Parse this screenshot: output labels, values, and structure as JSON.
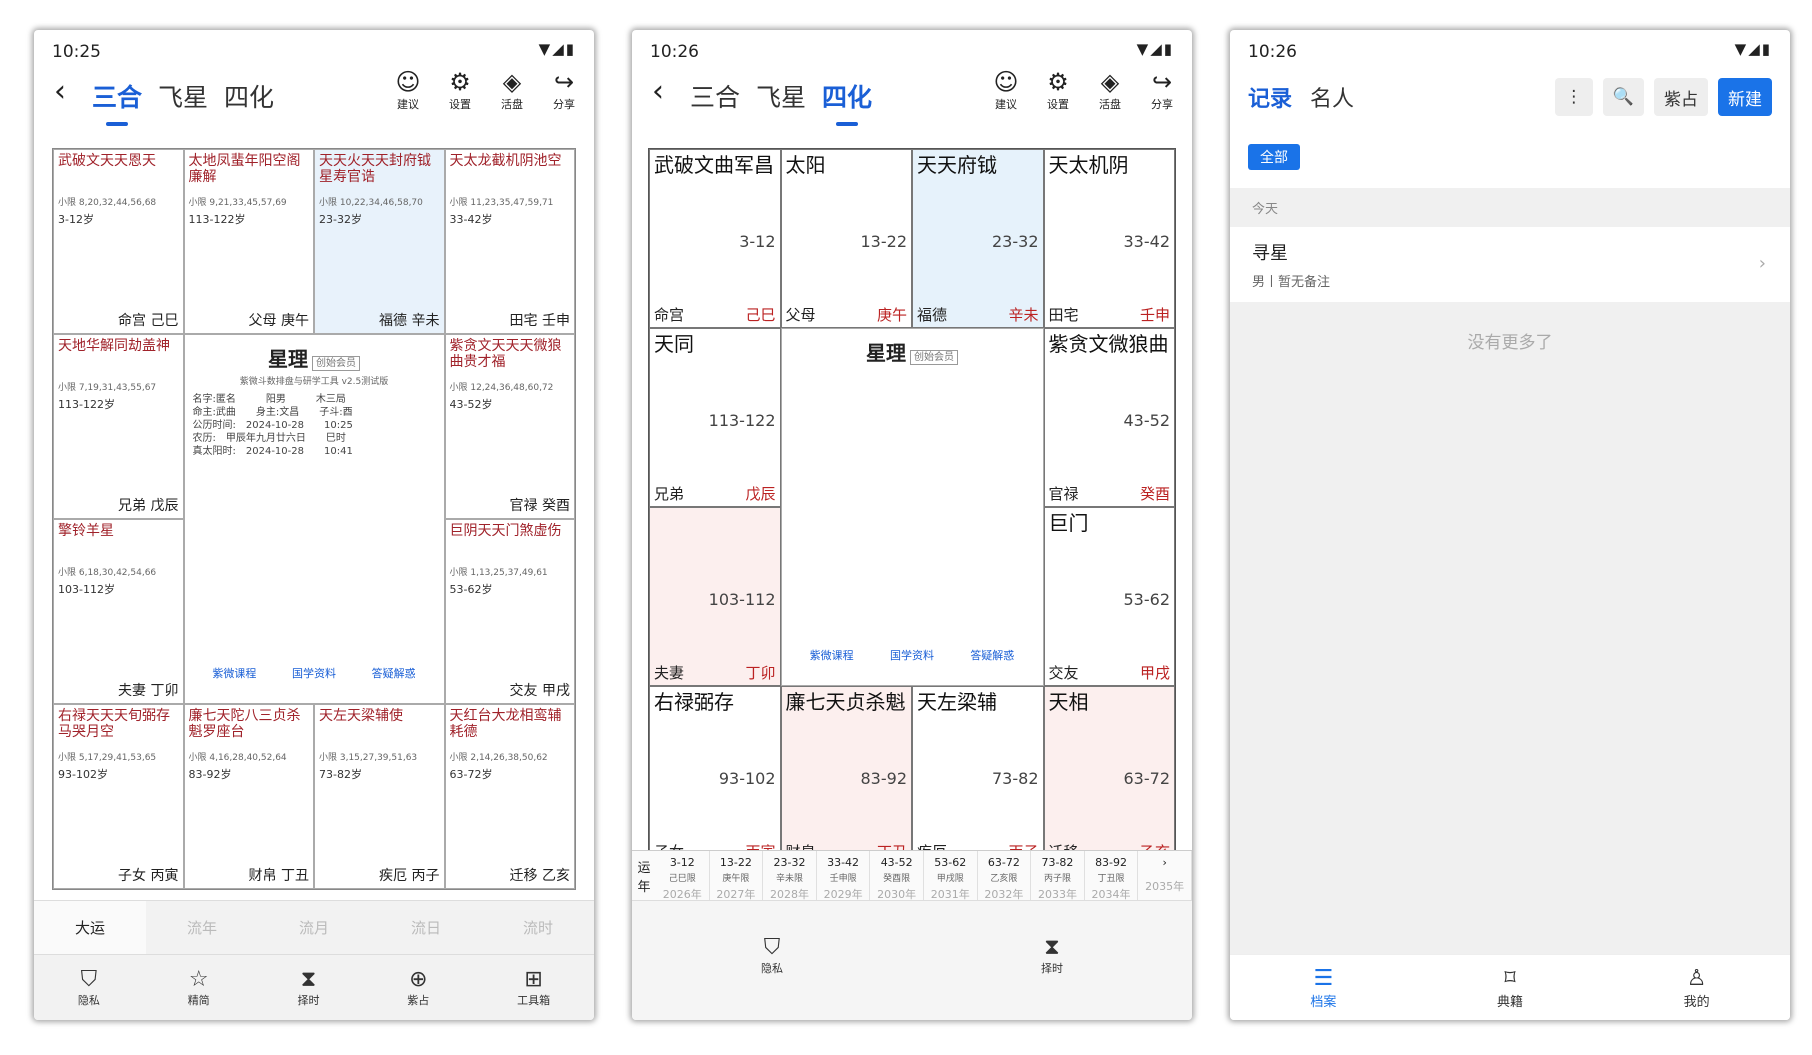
{
  "p1": {
    "time": "10:25",
    "tabs": [
      "三合",
      "飞星",
      "四化"
    ],
    "active": 0,
    "actions": [
      "建议",
      "设置",
      "活盘",
      "分享"
    ],
    "center": {
      "title": "星理",
      "badge": "创始会员",
      "sub": "紫微斗数排盘与研学工具 v2.5测试版",
      "info": [
        "名字:匿名　　　阳男　　　木三局",
        "命主:武曲　　身主:文昌　　子斗:酉",
        "公历时间:　2024-10-28　　10:25",
        "农历:　甲辰年九月廿六日　　巳时",
        "真太阳时:　2024-10-28　　10:41"
      ],
      "btns": [
        "紫微课程",
        "国学资料",
        "答疑解惑"
      ]
    },
    "cells": [
      {
        "s": "武破文天天恩天",
        "a": "小限 8,20,32,44,56,68",
        "age": "3-12岁",
        "b": "命宫 己巳"
      },
      {
        "s": "太地凤蜚年阳空阁廉解",
        "a": "小限 9,21,33,45,57,69",
        "age": "113-122岁",
        "b": "父母 庚午"
      },
      {
        "s": "天天火天天封府钺星寿官诰",
        "a": "小限 10,22,34,46,58,70",
        "age": "23-32岁",
        "b": "福德 辛未",
        "hl": true
      },
      {
        "s": "天太龙截机阴池空",
        "a": "小限 11,23,35,47,59,71",
        "age": "33-42岁",
        "b": "田宅 壬申"
      },
      {
        "s": "天地华解同劫盖神",
        "a": "小限 7,19,31,43,55,67",
        "age": "113-122岁",
        "b": "兄弟 戊辰"
      },
      {
        "s": "紫贪文天天天微狼曲贵才福",
        "a": "小限 12,24,36,48,60,72",
        "age": "43-52岁",
        "b": "官禄 癸酉"
      },
      {
        "s": "擎铃羊星",
        "a": "小限 6,18,30,42,54,66",
        "age": "103-112岁",
        "b": "夫妻 丁卯"
      },
      {
        "s": "巨阴天天门煞虚伤",
        "a": "小限 1,13,25,37,49,61",
        "age": "53-62岁",
        "b": "交友 甲戌"
      },
      {
        "s": "右禄天天天旬弼存马哭月空",
        "a": "小限 5,17,29,41,53,65",
        "age": "93-102岁",
        "b": "子女 丙寅"
      },
      {
        "s": "廉七天陀八三贞杀魁罗座台",
        "a": "小限 4,16,28,40,52,64",
        "age": "83-92岁",
        "b": "财帛 丁丑"
      },
      {
        "s": "天左天梁辅使",
        "a": "小限 3,15,27,39,51,63",
        "age": "73-82岁",
        "b": "疾厄 丙子"
      },
      {
        "s": "天红台大龙相鸾辅耗德",
        "a": "小限 2,14,26,38,50,62",
        "age": "63-72岁",
        "b": "迁移 乙亥"
      }
    ],
    "dash": [
      "大运",
      "流年",
      "流月",
      "流日",
      "流时"
    ],
    "bottom": [
      "隐私",
      "精简",
      "择时",
      "紫占",
      "工具箱"
    ]
  },
  "p2": {
    "time": "10:26",
    "tabs": [
      "三合",
      "飞星",
      "四化"
    ],
    "active": 2,
    "actions": [
      "建议",
      "设置",
      "活盘",
      "分享"
    ],
    "cells": [
      {
        "s": "武破文曲军昌",
        "r": "3-12",
        "b": "命宫",
        "g": "己巳"
      },
      {
        "s": "太阳",
        "r": "13-22",
        "b": "父母",
        "g": "庚午"
      },
      {
        "s": "天天府钺",
        "r": "23-32",
        "b": "福德",
        "g": "辛未",
        "hl": true
      },
      {
        "s": "天太机阴",
        "r": "33-42",
        "b": "田宅",
        "g": "壬申"
      },
      {
        "s": "天同",
        "r": "113-122",
        "b": "兄弟",
        "g": "戊辰"
      },
      {
        "s": "紫贪文微狼曲",
        "r": "43-52",
        "b": "官禄",
        "g": "癸酉"
      },
      {
        "s": "",
        "r": "103-112",
        "b": "夫妻",
        "g": "丁卯",
        "pk": true
      },
      {
        "s": "巨门",
        "r": "53-62",
        "b": "交友",
        "g": "甲戌"
      },
      {
        "s": "右禄弼存",
        "r": "93-102",
        "b": "子女",
        "g": "丙寅"
      },
      {
        "s": "廉七天贞杀魁",
        "r": "83-92",
        "b": "财帛",
        "g": "丁丑",
        "pk": true
      },
      {
        "s": "天左梁辅",
        "r": "73-82",
        "b": "疾厄",
        "g": "丙子"
      },
      {
        "s": "天相",
        "r": "63-72",
        "b": "迁移",
        "g": "乙亥",
        "pk": true
      }
    ],
    "center": {
      "title": "星理",
      "badge": "创始会员",
      "btns": [
        "紫微课程",
        "国学资料",
        "答疑解惑"
      ]
    },
    "years": [
      {
        "a": "3-12",
        "b": "己巳限"
      },
      {
        "a": "13-22",
        "b": "庚午限"
      },
      {
        "a": "23-32",
        "b": "辛未限"
      },
      {
        "a": "33-42",
        "b": "壬申限"
      },
      {
        "a": "43-52",
        "b": "癸酉限"
      },
      {
        "a": "53-62",
        "b": "甲戌限"
      },
      {
        "a": "63-72",
        "b": "乙亥限"
      },
      {
        "a": "73-82",
        "b": "丙子限"
      },
      {
        "a": "83-92",
        "b": "丁丑限"
      }
    ],
    "yearRow": [
      "2026年",
      "2027年",
      "2028年",
      "2029年",
      "2030年",
      "2031年",
      "2032年",
      "2033年",
      "2034年",
      "2035年"
    ],
    "yl": [
      "运",
      "年"
    ],
    "bottom": [
      "隐私",
      "择时"
    ]
  },
  "p3": {
    "time": "10:26",
    "tabs": [
      "记录",
      "名人"
    ],
    "btns": [
      "⋮",
      "🔍",
      "紫占",
      "新建"
    ],
    "chip": "全部",
    "date": "今天",
    "item": {
      "name": "寻星",
      "sub": "男丨暂无备注"
    },
    "nomore": "没有更多了",
    "bottom": [
      "档案",
      "典籍",
      "我的"
    ]
  }
}
